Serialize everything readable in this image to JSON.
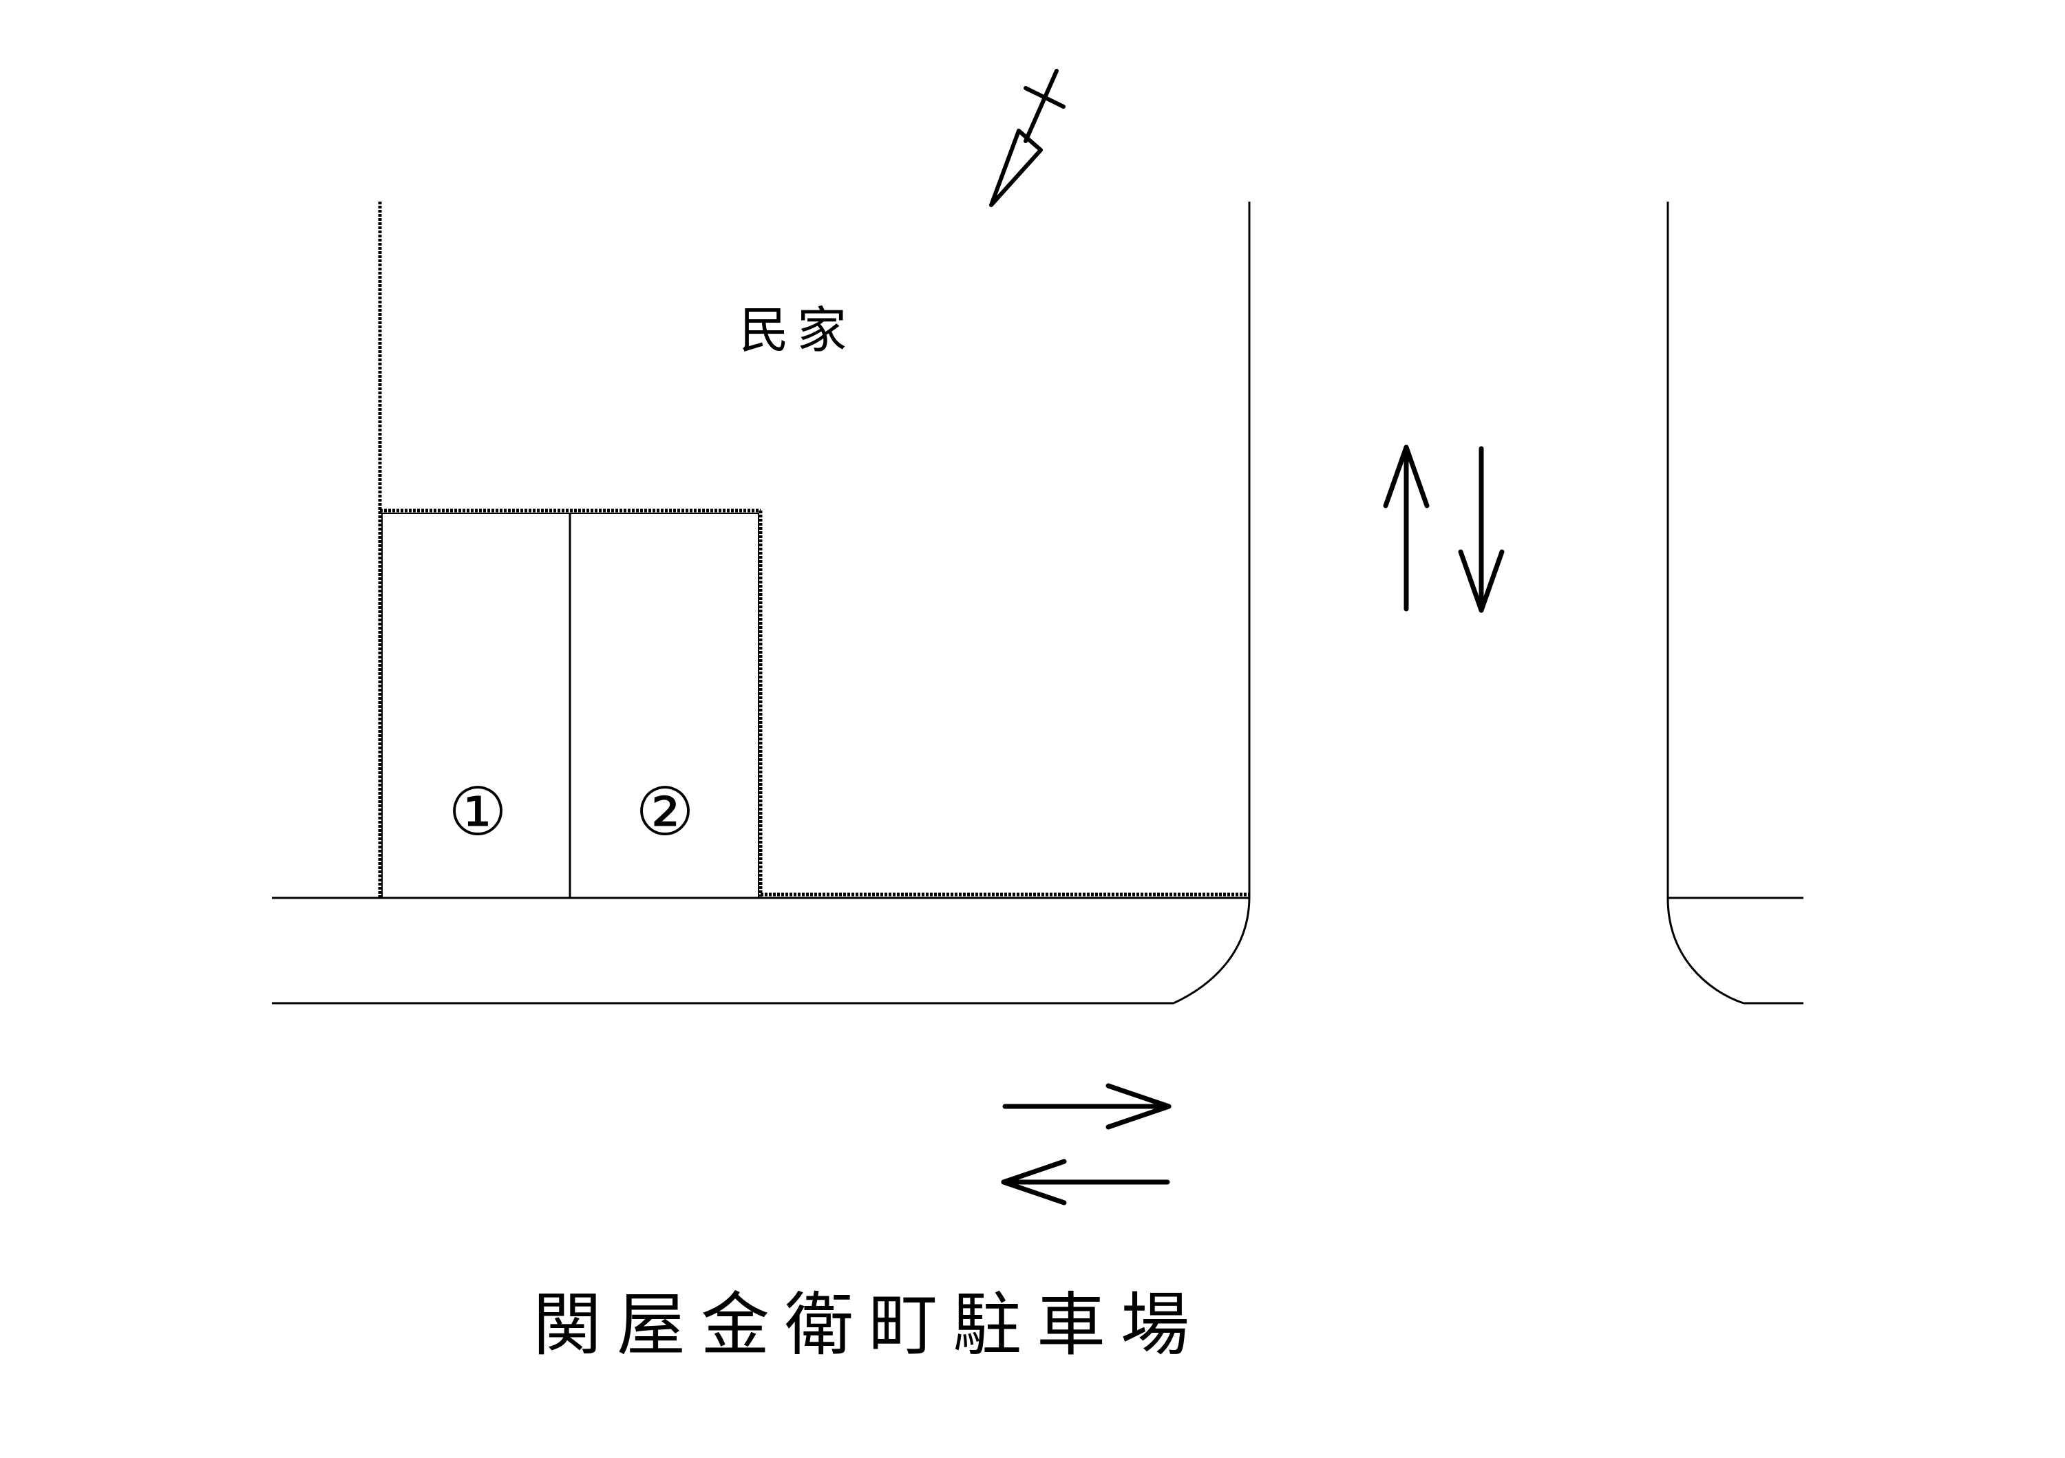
{
  "neighbor_label": "民家",
  "parking_spaces": [
    {
      "label": "①"
    },
    {
      "label": "②"
    }
  ],
  "title": "関屋金衛町駐車場",
  "icons": {
    "north": "north-arrow-icon",
    "vertical_traffic": "two-way-vertical-arrows-icon",
    "horizontal_traffic": "two-way-horizontal-arrows-icon"
  }
}
